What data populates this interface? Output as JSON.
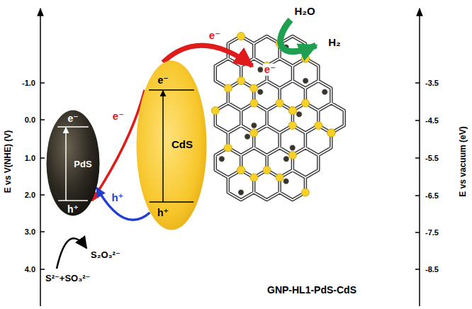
{
  "diagram": {
    "nodes": [
      {
        "text": [
          "e⁻",
          "PdS",
          "h⁺"
        ]
      },
      {
        "text": [
          "e⁻",
          "CdS",
          "h⁺"
        ]
      }
    ],
    "edges": [
      {
        "from": 1,
        "to": 0,
        "arrow": "to",
        "label": "e⁻"
      },
      {
        "from": 1,
        "to": 0,
        "arrow": "to",
        "label": "h⁺"
      }
    ],
    "labels": [
      "E vs V(NHE) (V)",
      "E vs vacuum (eV)",
      "-1.0",
      "0.0",
      "1.0",
      "2.0",
      "3.0",
      "4.0",
      "-3.5",
      "-4.5",
      "-5.5",
      "-6.5",
      "-7.5",
      "-8.5",
      "e⁻",
      "e⁻",
      "H₂O",
      "H₂",
      "S²⁻+SO₃²⁻",
      "S₂O₃²⁻",
      "GNP-HL1-PdS-CdS"
    ]
  }
}
